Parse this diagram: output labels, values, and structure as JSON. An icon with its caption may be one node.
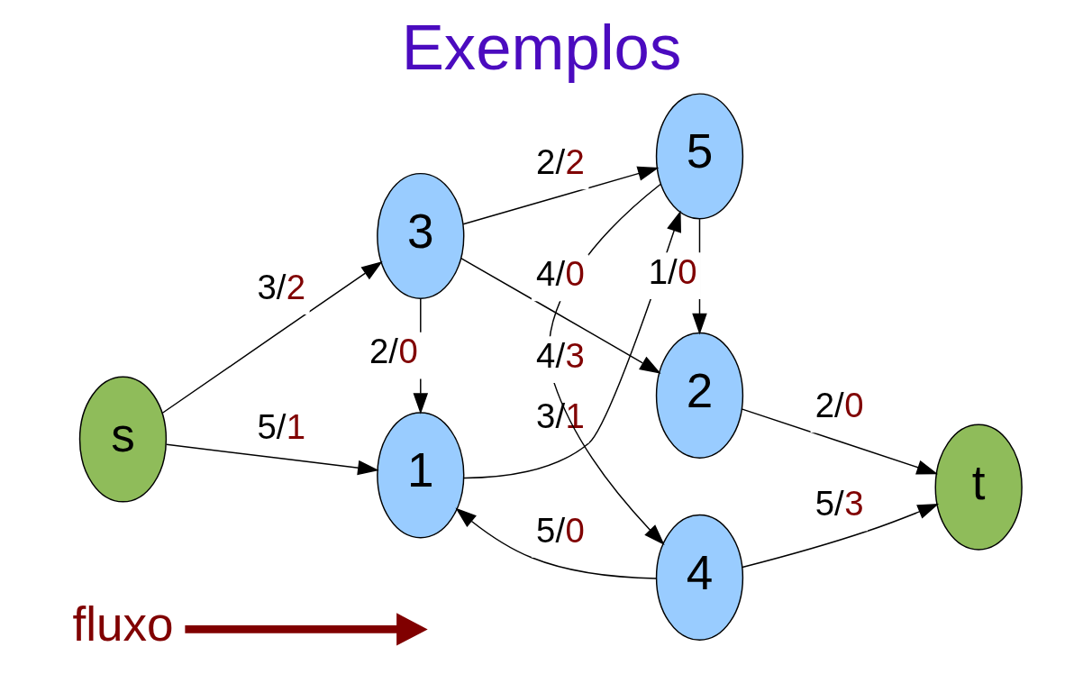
{
  "diagram": {
    "title": "Exemplos",
    "nodes": [
      {
        "text": [
          "fluxo"
        ]
      },
      {
        "text": [
          "4"
        ]
      },
      {
        "text": [
          "1"
        ]
      },
      {
        "text": [
          "s"
        ]
      },
      {
        "text": [
          "5"
        ]
      },
      {
        "text": [
          "t"
        ]
      },
      {
        "text": [
          "3"
        ]
      },
      {
        "text": [
          "2"
        ]
      }
    ],
    "edges": [
      {
        "from": 3,
        "to": 2,
        "arrow": "to",
        "label": "5/1"
      },
      {
        "from": 3,
        "to": 6,
        "arrow": "to",
        "label": "3/2"
      },
      {
        "from": 6,
        "to": 2,
        "arrow": "to",
        "label": "2/0"
      },
      {
        "from": 2,
        "to": 4,
        "arrow": "to",
        "label": "3/1"
      },
      {
        "from": 6,
        "to": 4,
        "arrow": "to",
        "label": "2/2"
      },
      {
        "from": 6,
        "to": 7,
        "arrow": "to",
        "label": "4/0"
      },
      {
        "from": 1,
        "to": 2,
        "arrow": "to",
        "label": "5/0"
      },
      {
        "from": 4,
        "to": 1,
        "arrow": "to",
        "label": "4/3"
      },
      {
        "from": 1,
        "to": 5,
        "arrow": "to",
        "label": "5/3"
      },
      {
        "from": 4,
        "to": 7,
        "arrow": "to",
        "label": "1/0"
      },
      {
        "from": 7,
        "to": 5,
        "arrow": "to",
        "label": "2/0"
      },
      {
        "from": 0,
        "to": null,
        "arrow": "to",
        "style": "thick",
        "color": "#800000"
      }
    ]
  }
}
